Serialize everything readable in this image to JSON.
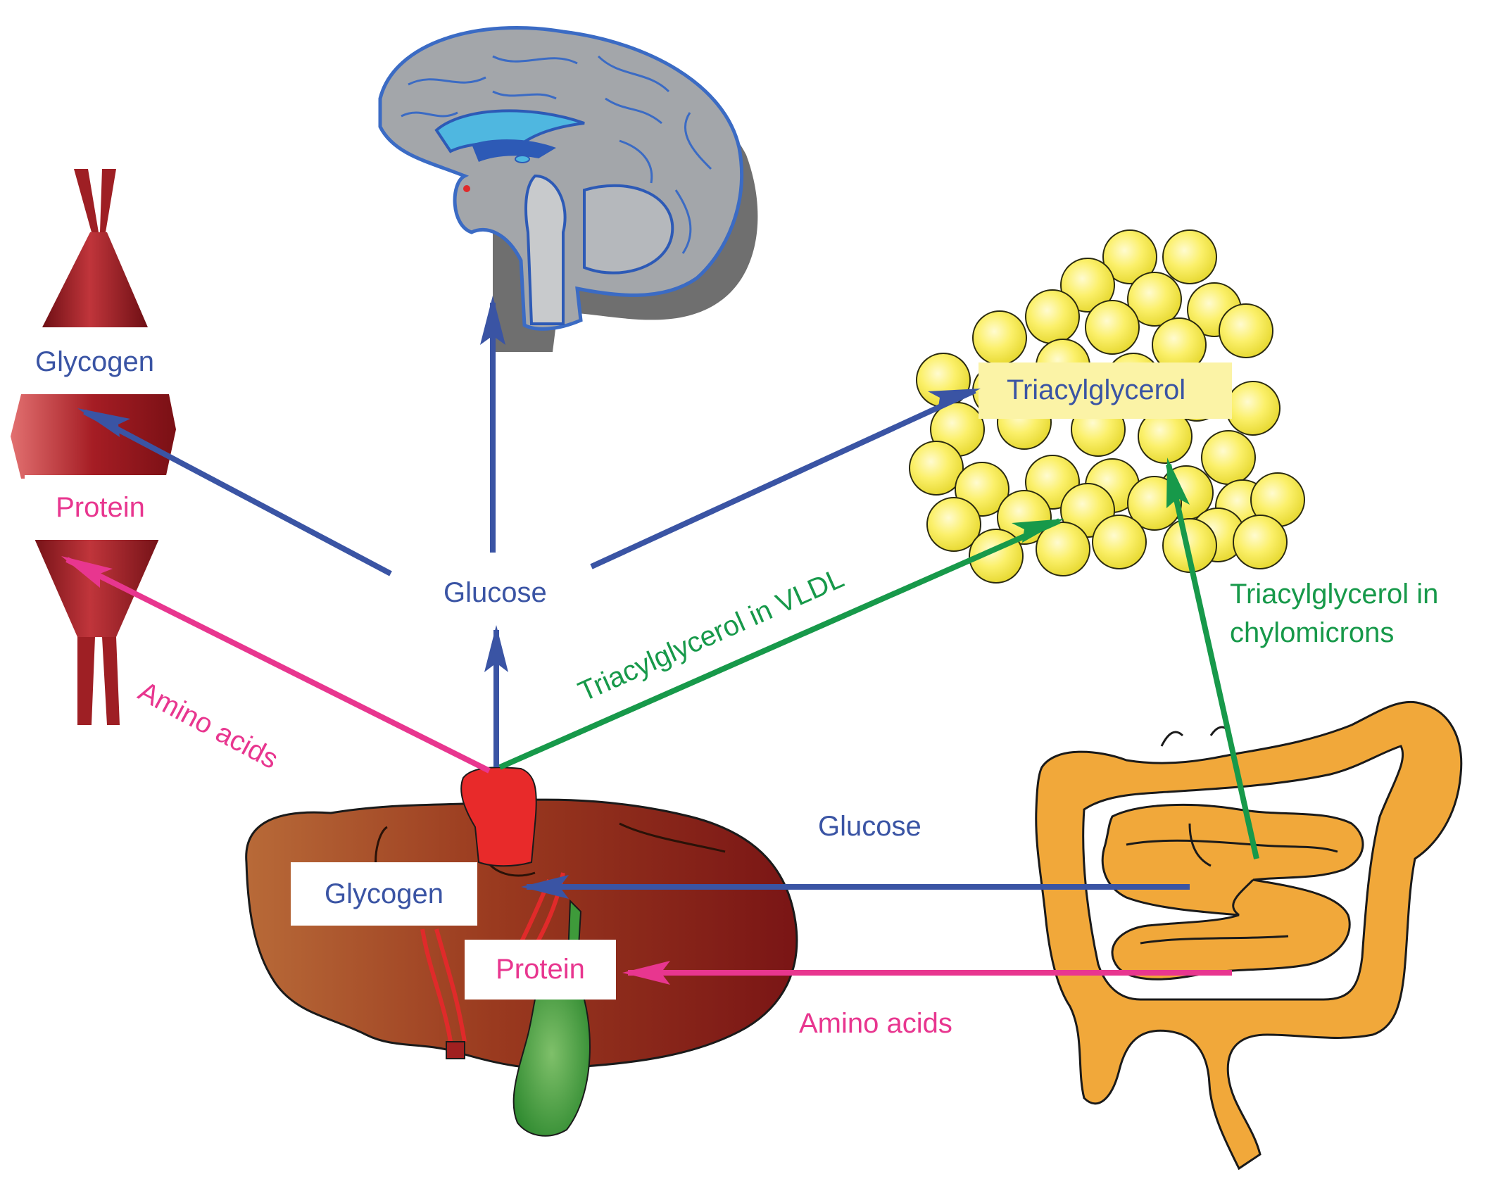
{
  "colors": {
    "glucose": "#3a54a4",
    "amino": "#e8368f",
    "tag": "#17994a",
    "fat_label_bg": "#fbf3a6",
    "muscle": "#9e1f24",
    "liver": "#8e2a1a",
    "gallbladder": "#3e9a3a",
    "intestine": "#f1a83a",
    "brain": "#9fa3a8"
  },
  "organs": [
    "muscle",
    "brain",
    "adipose-tissue",
    "liver",
    "intestine"
  ],
  "labels": {
    "muscle_glycogen": "Glycogen",
    "muscle_protein": "Protein",
    "glucose_center": "Glucose",
    "fat_tag": "Triacylglycerol",
    "amino_left": "Amino acids",
    "vldl": "Triacylglycerol in VLDL",
    "chylo_line1": "Triacylglycerol in",
    "chylo_line2": "chylomicrons",
    "liver_glycogen": "Glycogen",
    "liver_protein": "Protein",
    "glucose_intestine": "Glucose",
    "amino_intestine": "Amino acids"
  },
  "flows": [
    {
      "from": "liver",
      "to": "blood-glucose",
      "substance": "glucose"
    },
    {
      "from": "blood-glucose",
      "to": "brain",
      "substance": "glucose"
    },
    {
      "from": "blood-glucose",
      "to": "muscle",
      "substance": "glucose"
    },
    {
      "from": "blood-glucose",
      "to": "adipose-tissue",
      "substance": "glucose"
    },
    {
      "from": "liver",
      "to": "muscle",
      "substance": "amino acids"
    },
    {
      "from": "liver",
      "to": "adipose-tissue",
      "substance": "triacylglycerol in VLDL"
    },
    {
      "from": "intestine",
      "to": "adipose-tissue",
      "substance": "triacylglycerol in chylomicrons"
    },
    {
      "from": "intestine",
      "to": "liver",
      "substance": "glucose"
    },
    {
      "from": "intestine",
      "to": "liver",
      "substance": "amino acids"
    }
  ]
}
